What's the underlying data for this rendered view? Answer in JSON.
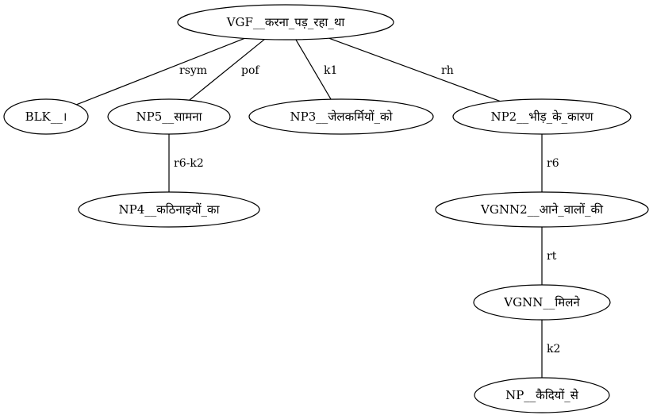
{
  "nodes": [
    {
      "id": "root",
      "label": "VGF__करना_पड़_रहा_था"
    },
    {
      "id": "blk",
      "label": "BLK__।"
    },
    {
      "id": "np5",
      "label": "NP5__सामना"
    },
    {
      "id": "np3",
      "label": "NP3__जेलकर्मियों_को"
    },
    {
      "id": "np2",
      "label": "NP2__भीड़_के_कारण"
    },
    {
      "id": "np4",
      "label": "NP4__कठिनाइयों_का"
    },
    {
      "id": "vgnn2",
      "label": "VGNN2__आने_वालों_की"
    },
    {
      "id": "vgnn",
      "label": "VGNN__मिलने"
    },
    {
      "id": "np",
      "label": "NP__कैदियों_से"
    }
  ],
  "edges": [
    {
      "from": "root",
      "to": "blk",
      "label": "rsym"
    },
    {
      "from": "root",
      "to": "np5",
      "label": "pof"
    },
    {
      "from": "root",
      "to": "np3",
      "label": "k1"
    },
    {
      "from": "root",
      "to": "np2",
      "label": "rh"
    },
    {
      "from": "np5",
      "to": "np4",
      "label": "r6-k2"
    },
    {
      "from": "np2",
      "to": "vgnn2",
      "label": "r6"
    },
    {
      "from": "vgnn2",
      "to": "vgnn",
      "label": "rt"
    },
    {
      "from": "vgnn",
      "to": "np",
      "label": "k2"
    }
  ]
}
